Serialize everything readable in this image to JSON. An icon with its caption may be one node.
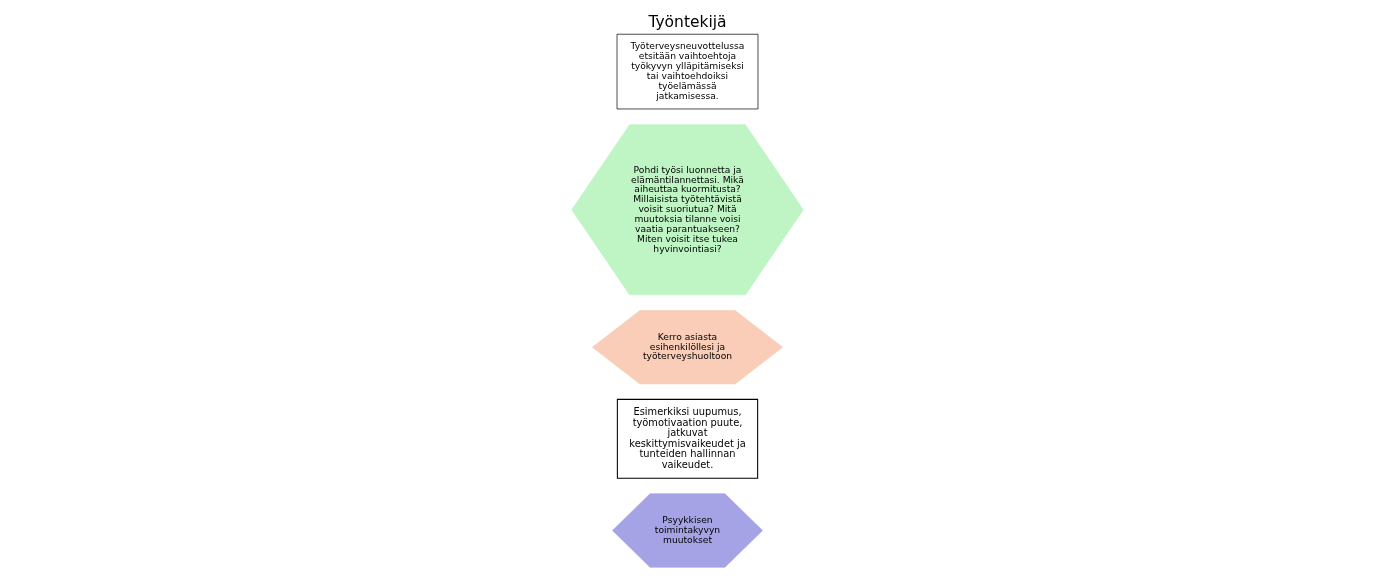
{
  "diagram": {
    "title": "Työntekijä",
    "nodes": [
      {
        "text": [
          "Psyykkisen toimintakyvyn muutokset"
        ]
      },
      {
        "text": [
          "Esimerkiksi uupumus, työmotivaation puute, jatkuvat keskittymisvaikeudet ja tunteiden hallinnan vaikeudet."
        ]
      },
      {
        "text": [
          "Kerro asiasta esihenkilöllesi ja työterveyshuoltoon"
        ]
      },
      {
        "text": [
          "Pohdi työsi luonnetta ja elämäntilannettasi. Mikä aiheuttaa kuormitusta? Millaisista työtehtävistä voisit suoriutua? Mitä muutoksia tilanne voisi vaatia parantuakseen? Miten voisit itse tukea hyvinvointiasi?"
        ]
      },
      {
        "text": [
          "Työterveysneuvottelussa etsitään vaihtoehtoja työkyvyn ylläpitämiseksi tai vaihtoehdoiksi työelämässä jatkamisessa."
        ]
      }
    ],
    "edges": []
  }
}
